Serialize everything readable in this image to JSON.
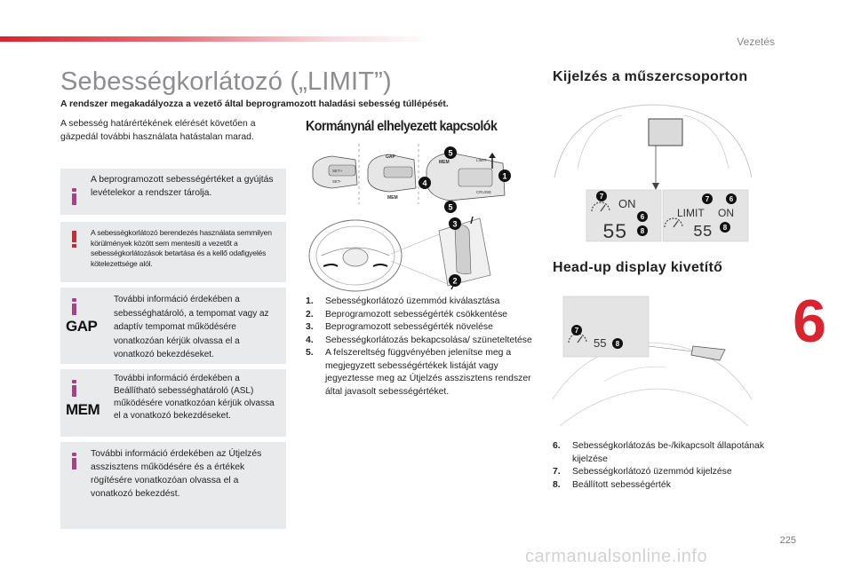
{
  "header": {
    "section": "Vezetés",
    "page_number": "225"
  },
  "title": "Sebességkorlátozó („LIMIT”)",
  "subtitle": "A rendszer megakadályozza a vezető által beprogramozott haladási sebesség túllépését.",
  "intro": "A sebesség határértékének elérését követően a gázpedál további használata hatástalan marad.",
  "notes": {
    "note1": "A beprogramozott sebességértéket a gyújtás levételekor a rendszer tárolja.",
    "warning": "A sebességkorlátozó berendezés használata semmilyen körülmények között sem mentesíti a vezetőt a sebességkorlátozások betartása és a kellő odafigyelés kötelezettsége alól.",
    "gap_label": "GAP",
    "gap_text": "További információ érdekében a sebességhatároló, a tempomat vagy az adaptív tempomat működésére vonatkozóan kérjük olvassa el a vonatkozó bekezdéseket.",
    "mem_label": "MEM",
    "mem_text": "További információ érdekében a Beállítható sebességhatároló (ASL) működésére vonatkozóan kérjük olvassa el a vonatkozó bekezdéseket.",
    "note_last": "További információ érdekében az Útjelzés asszisztens működésére és a értékek rögítésére vonatkozóan olvassa el a vonatkozó bekezdést."
  },
  "wheel_section": {
    "heading": "Kormánynál elhelyezett kapcsolók",
    "stalk_labels": {
      "gap": "GAP",
      "mem": "MEM",
      "limit": "LIMIT",
      "cruise": "CRUISE",
      "set_plus": "SET+",
      "set_minus": "SET-"
    },
    "items": [
      {
        "num": "1.",
        "text": "Sebességkorlátozó üzemmód kiválasztása"
      },
      {
        "num": "2.",
        "text": "Beprogramozott sebességérték csökkentése"
      },
      {
        "num": "3.",
        "text": "Beprogramozott sebességérték növelése"
      },
      {
        "num": "4.",
        "text": "Sebességkorlátozás bekapcsolása/ szüneteltetése"
      },
      {
        "num": "5.",
        "text": "A felszereltség függvényében jelenítse meg a megjegyzett sebességértékek listáját vagy jegyeztesse meg az Útjelzés asszisztens rendszer által javasolt sebességértéket."
      }
    ],
    "callouts": [
      "1",
      "2",
      "3",
      "4",
      "5",
      "5"
    ]
  },
  "cluster_section": {
    "heading": "Kijelzés a műszercsoporton",
    "display_left": {
      "status": "ON",
      "speed": "55",
      "markers": [
        "7",
        "6",
        "8"
      ]
    },
    "display_right": {
      "limit": "LIMIT",
      "status": "ON",
      "speed": "55",
      "markers": [
        "7",
        "6",
        "8"
      ]
    }
  },
  "hud_section": {
    "heading": "Head-up display kivetítő",
    "display": {
      "speed": "55",
      "markers": [
        "7",
        "8"
      ]
    },
    "items": [
      {
        "num": "6.",
        "text": "Sebességkorlátozás be-/kikapcsolt állapotának kijelzése"
      },
      {
        "num": "7.",
        "text": "Sebességkorlátozó üzemmód kijelzése"
      },
      {
        "num": "8.",
        "text": "Beállított sebességérték"
      }
    ]
  },
  "chapter_number": "6",
  "watermark": "carmanualsonline.info",
  "colors": {
    "accent_red": "#d9232f",
    "info_magenta": "#b43a8c",
    "box_gray": "#e9eaeb",
    "title_gray": "#8b8d90"
  }
}
